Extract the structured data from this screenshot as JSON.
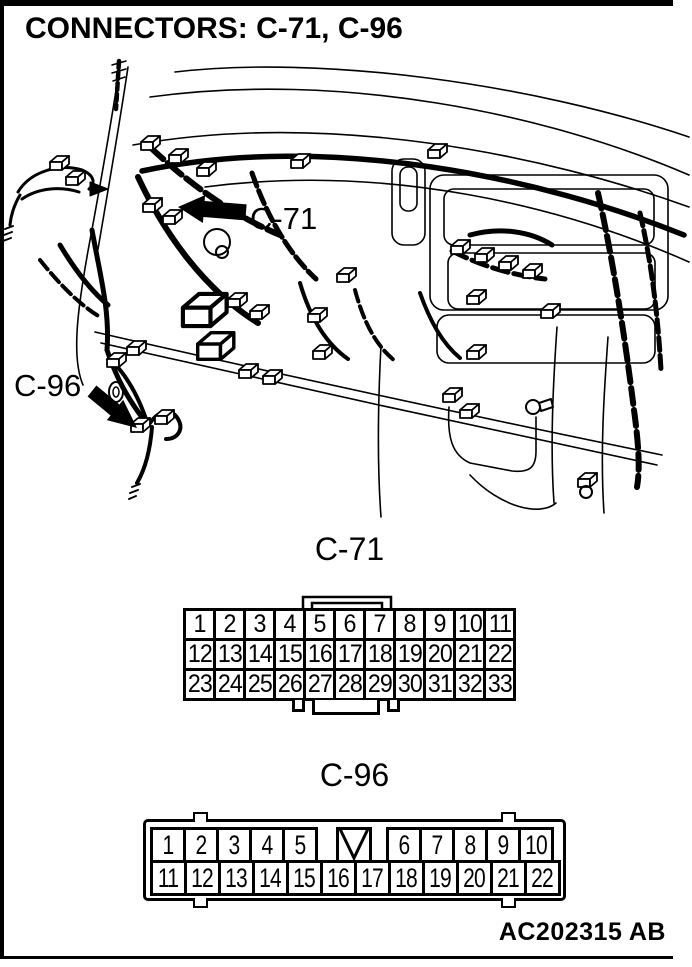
{
  "page": {
    "title": "CONNECTORS: C-71, C-96",
    "figure_code": "AC202315 AB",
    "paper_color": "#ffffff",
    "ink_color": "#000000"
  },
  "illustration": {
    "description_icons": [
      "dashboard-line-art",
      "wiring-harness",
      "connector-cubes"
    ],
    "callouts": [
      {
        "label": "C-71",
        "arrow_icon": "solid-arrow-left"
      },
      {
        "label": "C-96",
        "arrow_icon": "solid-arrow-down-right"
      }
    ]
  },
  "connectors": {
    "c71": {
      "name": "C-71",
      "rows": [
        [
          "1",
          "2",
          "3",
          "4",
          "5",
          "6",
          "7",
          "8",
          "9",
          "10",
          "11"
        ],
        [
          "12",
          "13",
          "14",
          "15",
          "16",
          "17",
          "18",
          "19",
          "20",
          "21",
          "22"
        ],
        [
          "23",
          "24",
          "25",
          "26",
          "27",
          "28",
          "29",
          "30",
          "31",
          "32",
          "33"
        ]
      ]
    },
    "c96": {
      "name": "C-96",
      "top_row_left": [
        "1",
        "2",
        "3",
        "4",
        "5"
      ],
      "top_row_right": [
        "6",
        "7",
        "8",
        "9",
        "10"
      ],
      "bottom_row": [
        "11",
        "12",
        "13",
        "14",
        "15",
        "16",
        "17",
        "18",
        "19",
        "20",
        "21",
        "22"
      ],
      "keyway_icon": "v-notch"
    }
  }
}
